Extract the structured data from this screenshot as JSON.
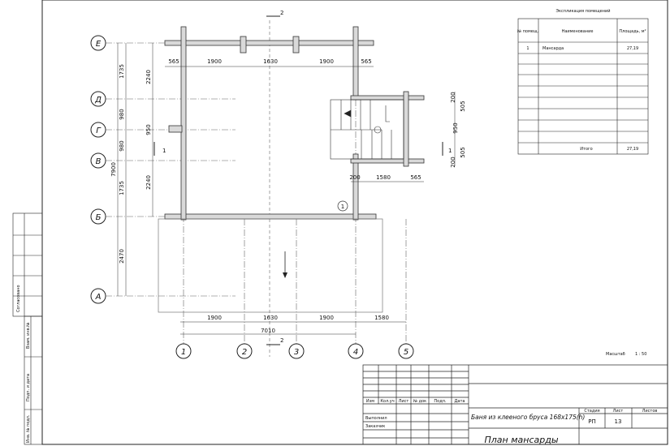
{
  "axes": {
    "letters": [
      "Е",
      "Д",
      "Г",
      "В",
      "Б",
      "А"
    ],
    "numbers": [
      "1",
      "2",
      "3",
      "4",
      "5"
    ]
  },
  "section_marks": {
    "top": "2",
    "bottom": "2",
    "left": "1",
    "right": "1"
  },
  "room_marker": "1",
  "dims": {
    "top_row": [
      "565",
      "1900",
      "1630",
      "1900",
      "565"
    ],
    "bottom_row": [
      "1900",
      "1630",
      "1900",
      "1580"
    ],
    "overall_width": "7010",
    "left_inner": [
      "2240",
      "950",
      "2240"
    ],
    "left_mid": [
      "1735",
      "980",
      "980",
      "1735",
      "2470"
    ],
    "left_total": "7900",
    "stair_right": [
      "505",
      "950",
      "505"
    ],
    "stair_small": [
      "200",
      "200"
    ],
    "stair_bottom": [
      "200",
      "1580",
      "565"
    ]
  },
  "room_table": {
    "title": "Экспликация помещений",
    "headers": [
      "№ помещ.",
      "Наименование",
      "Площадь, м²"
    ],
    "rows": [
      [
        "1",
        "Мансарда",
        "27,19"
      ]
    ],
    "total_label": "Итого",
    "total_value": "27,19"
  },
  "scale": {
    "label": "Масштаб",
    "value": "1 : 50"
  },
  "stamp": {
    "headers": [
      "Изм",
      "Кол.уч",
      "Лист",
      "№ док",
      "Подп.",
      "Дата"
    ],
    "roles": [
      "Выполнил",
      "Заказчик"
    ],
    "project": "Баня из клееного бруса 168х175(h)",
    "stage_headers": [
      "Стадия",
      "Лист",
      "Листов"
    ],
    "stage": "РП",
    "sheet": "13",
    "sheet_title": "План мансарды"
  },
  "side_stamp": [
    "Согласовано",
    "Взам. инв.№",
    "Подп. и дата",
    "Инв. № подл."
  ]
}
